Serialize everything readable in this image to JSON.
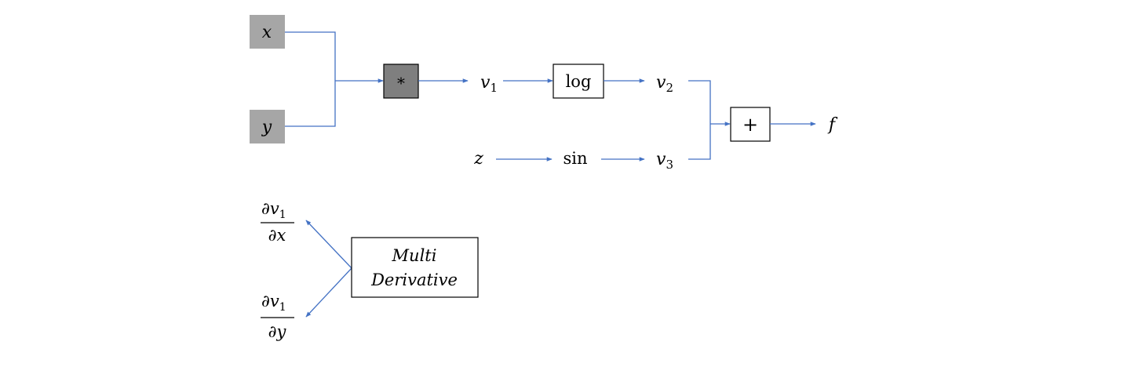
{
  "colors": {
    "edge": "#4472c4",
    "input_fill": "#a6a6a6",
    "multiply_fill": "#7f7f7f",
    "text": "#000000"
  },
  "nodes": {
    "x": "x",
    "y": "y",
    "z": "z",
    "multiply": "*",
    "v1": "v",
    "v1_sub": "1",
    "log": "log",
    "v2": "v",
    "v2_sub": "2",
    "sin": "sin",
    "v3": "v",
    "v3_sub": "3",
    "plus": "+",
    "f": "f"
  },
  "derivatives": {
    "top": {
      "numer": "∂v",
      "numer_sub": "1",
      "denom": "∂x"
    },
    "bottom": {
      "numer": "∂v",
      "numer_sub": "1",
      "denom": "∂y"
    }
  },
  "multi_derivative": {
    "line1": "Multi",
    "line2": "Derivative"
  }
}
